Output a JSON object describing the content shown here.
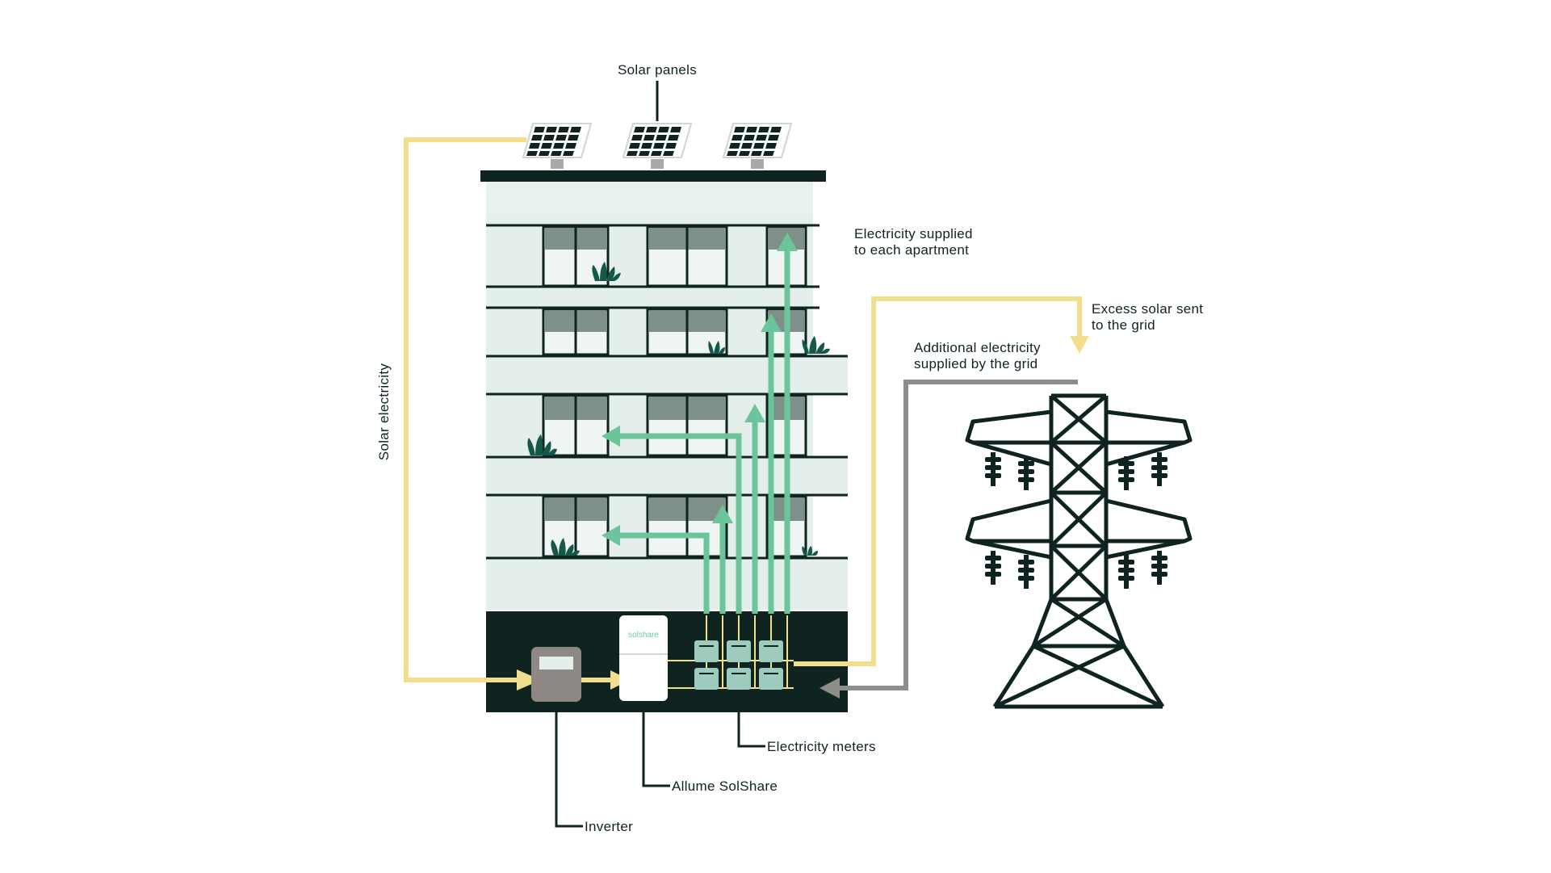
{
  "labels": {
    "solar_panels": "Solar panels",
    "solar_electricity": "Solar electricity",
    "supplied_line1": "Electricity supplied",
    "supplied_line2": "to each apartment",
    "excess_line1": "Excess solar sent",
    "excess_line2": "to the grid",
    "additional_line1": "Additional electricity",
    "additional_line2": "supplied by the grid",
    "electricity_meters": "Electricity meters",
    "allume_solshare": "Allume SolShare",
    "inverter": "Inverter",
    "solshare_logo": "solshare"
  },
  "colors": {
    "dark": "#0f2420",
    "building": "#e4eeeb",
    "window_light": "#eef5f2",
    "window_dark": "#7f8f89",
    "solar_flow": "#f2df8e",
    "apartment_flow": "#6cc59a",
    "grid_flow": "#8e8d8a",
    "plant": "#15584a",
    "meter": "#9fcbbf",
    "inverter_body": "#8e8884"
  },
  "icons": [
    "solar-panel-icon",
    "inverter-icon",
    "solshare-device-icon",
    "electricity-meter-icon",
    "transmission-tower-icon",
    "plant-icon"
  ]
}
